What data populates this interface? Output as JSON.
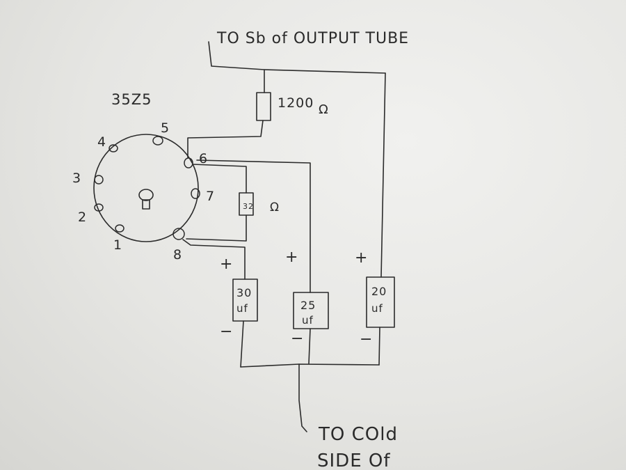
{
  "labels": {
    "top_note": "TO Sb of OUTPUT TUBE",
    "bottom_note_line1": "TO COld",
    "bottom_note_line2": "SIDE Of",
    "tube_type": "35Z5",
    "resistor_top": "1200",
    "resistor_top_unit": "Ω",
    "resistor_small": "32",
    "resistor_small_unit": "Ω",
    "polarity_plus": "+",
    "polarity_minus": "−"
  },
  "tube_pins": [
    "1",
    "2",
    "3",
    "4",
    "5",
    "6",
    "7",
    "8"
  ],
  "capacitors": [
    {
      "value": "30",
      "unit": "uf"
    },
    {
      "value": "25",
      "unit": "uf"
    },
    {
      "value": "20",
      "unit": "uf"
    }
  ]
}
